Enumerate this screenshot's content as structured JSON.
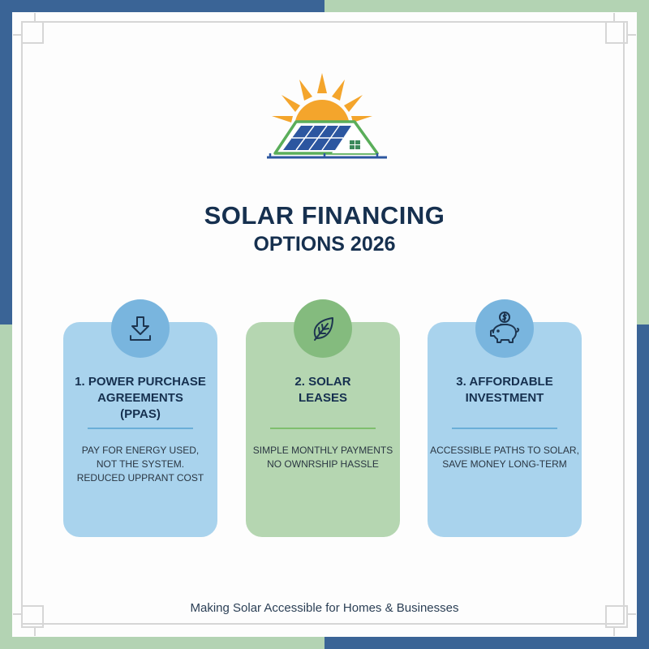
{
  "colors": {
    "frame_blue": "#3a6496",
    "frame_green": "#b3d3b3",
    "title_navy": "#16304f",
    "card_blue": "#a9d3ed",
    "card_green": "#b5d6b1",
    "sun_orange": "#f4a52c",
    "panel_blue": "#2c56a0",
    "roof_green": "#5aae5a"
  },
  "logo": {
    "icon": "sun-house-solar-panel-icon"
  },
  "header": {
    "title_line1": "SOLAR FINANCING",
    "title_line2": "OPTIONS 2026"
  },
  "cards": [
    {
      "icon": "download-icon",
      "title_lines": [
        "1. POWER PURCHASE",
        "AGREEMENTS",
        "(PPAS)"
      ],
      "body_lines": [
        "PAY FOR ENERGY USED,",
        "NOT THE SYSTEM.",
        "REDUCED UPPRANT COST"
      ]
    },
    {
      "icon": "leaf-icon",
      "title_lines": [
        "2. SOLAR",
        "LEASES"
      ],
      "body_lines": [
        "SIMPLE MONTHLY PAYMENTS",
        "NO OWNRSHIP HASSLE"
      ]
    },
    {
      "icon": "piggy-bank-dollar-icon",
      "title_lines": [
        "3. AFFORDABLE",
        "INVESTMENT"
      ],
      "body_lines": [
        "ACCESSIBLE PATHS TO SOLAR,",
        "SAVE MONEY LONG-TERM"
      ]
    }
  ],
  "footer": {
    "tagline": "Making Solar Accessible for Homes & Businesses"
  }
}
